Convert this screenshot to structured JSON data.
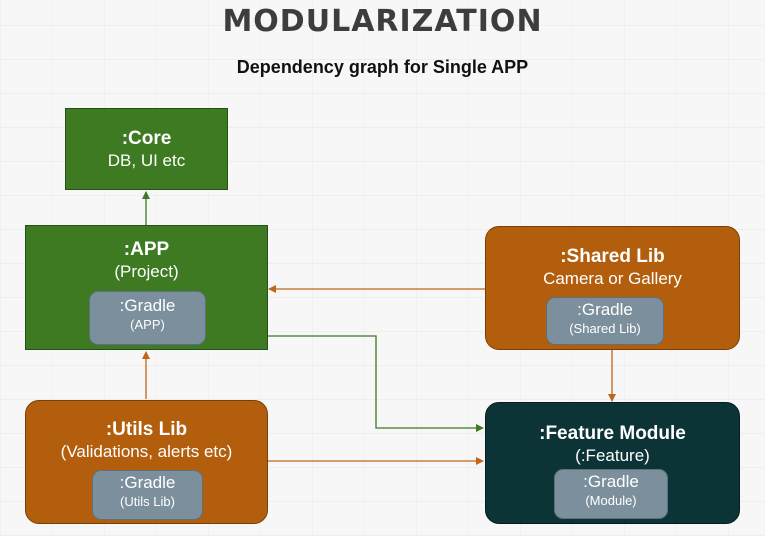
{
  "header": {
    "title": "MODULARIZATION",
    "subtitle": "Dependency graph for Single APP"
  },
  "nodes": {
    "core": {
      "title": ":Core",
      "subtitle": "DB, UI etc"
    },
    "app": {
      "title": ":APP",
      "subtitle": "(Project)",
      "gradle_title": ":Gradle",
      "gradle_sub": "(APP)"
    },
    "shared": {
      "title": ":Shared Lib",
      "subtitle": "Camera or Gallery",
      "gradle_title": ":Gradle",
      "gradle_sub": "(Shared Lib)"
    },
    "utils": {
      "title": ":Utils Lib",
      "subtitle": "(Validations, alerts etc)",
      "gradle_title": ":Gradle",
      "gradle_sub": "(Utils Lib)"
    },
    "feature": {
      "title": ":Feature Module",
      "subtitle": "(:Feature)",
      "gradle_title": ":Gradle",
      "gradle_sub": "(Module)"
    }
  },
  "colors": {
    "core_app_fill": "#3d7a22",
    "lib_fill": "#b35e0d",
    "feature_fill": "#0c3336",
    "gradle_fill": "#7b8f9c",
    "green_arrow": "#3d7a22",
    "orange_arrow": "#c0661a"
  }
}
